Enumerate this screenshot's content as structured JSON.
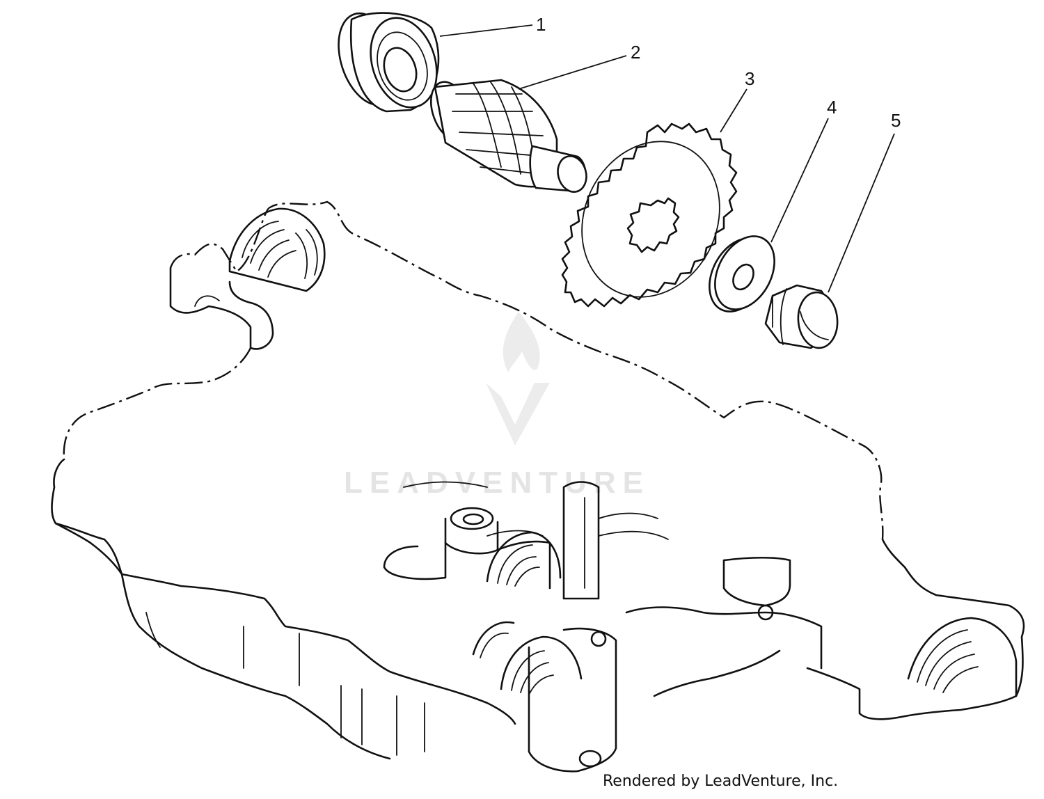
{
  "callouts": [
    {
      "number": "1"
    },
    {
      "number": "2"
    },
    {
      "number": "3"
    },
    {
      "number": "4"
    },
    {
      "number": "5"
    }
  ],
  "watermark": {
    "text": "LEADVENTURE",
    "color": "#e4e4e4"
  },
  "credit": "Rendered by LeadVenture, Inc.",
  "colors": {
    "line": "#111111",
    "background": "#ffffff"
  }
}
